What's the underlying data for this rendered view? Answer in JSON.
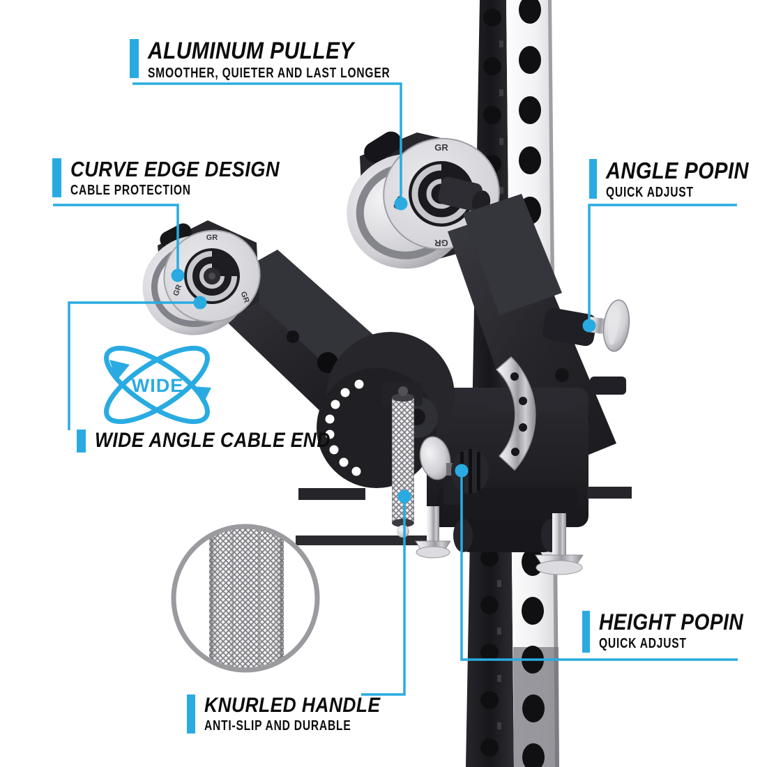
{
  "colors": {
    "accent": "#29ABE2",
    "inset_ring": "#9B9B9F",
    "title_text": "#0C0C0C"
  },
  "callouts": {
    "aluminum_pulley": {
      "title": "ALUMINUM PULLEY",
      "subtitle": "SMOOTHER, QUIETER AND LAST LONGER"
    },
    "curve_edge_design": {
      "title": "CURVE EDGE DESIGN",
      "subtitle": "CABLE PROTECTION"
    },
    "angle_popin": {
      "title": "ANGLE POPIN",
      "subtitle": "QUICK ADJUST"
    },
    "wide_angle_cable_end": {
      "title": "WIDE ANGLE CABLE END"
    },
    "knurled_handle": {
      "title": "KNURLED HANDLE",
      "subtitle": "ANTI-SLIP AND DURABLE"
    },
    "height_popin": {
      "title": "HEIGHT POPIN",
      "subtitle": "QUICK ADJUST"
    }
  },
  "wide_icon": {
    "label": "WIDE"
  },
  "machine": {
    "pulley_logo": "GR"
  }
}
